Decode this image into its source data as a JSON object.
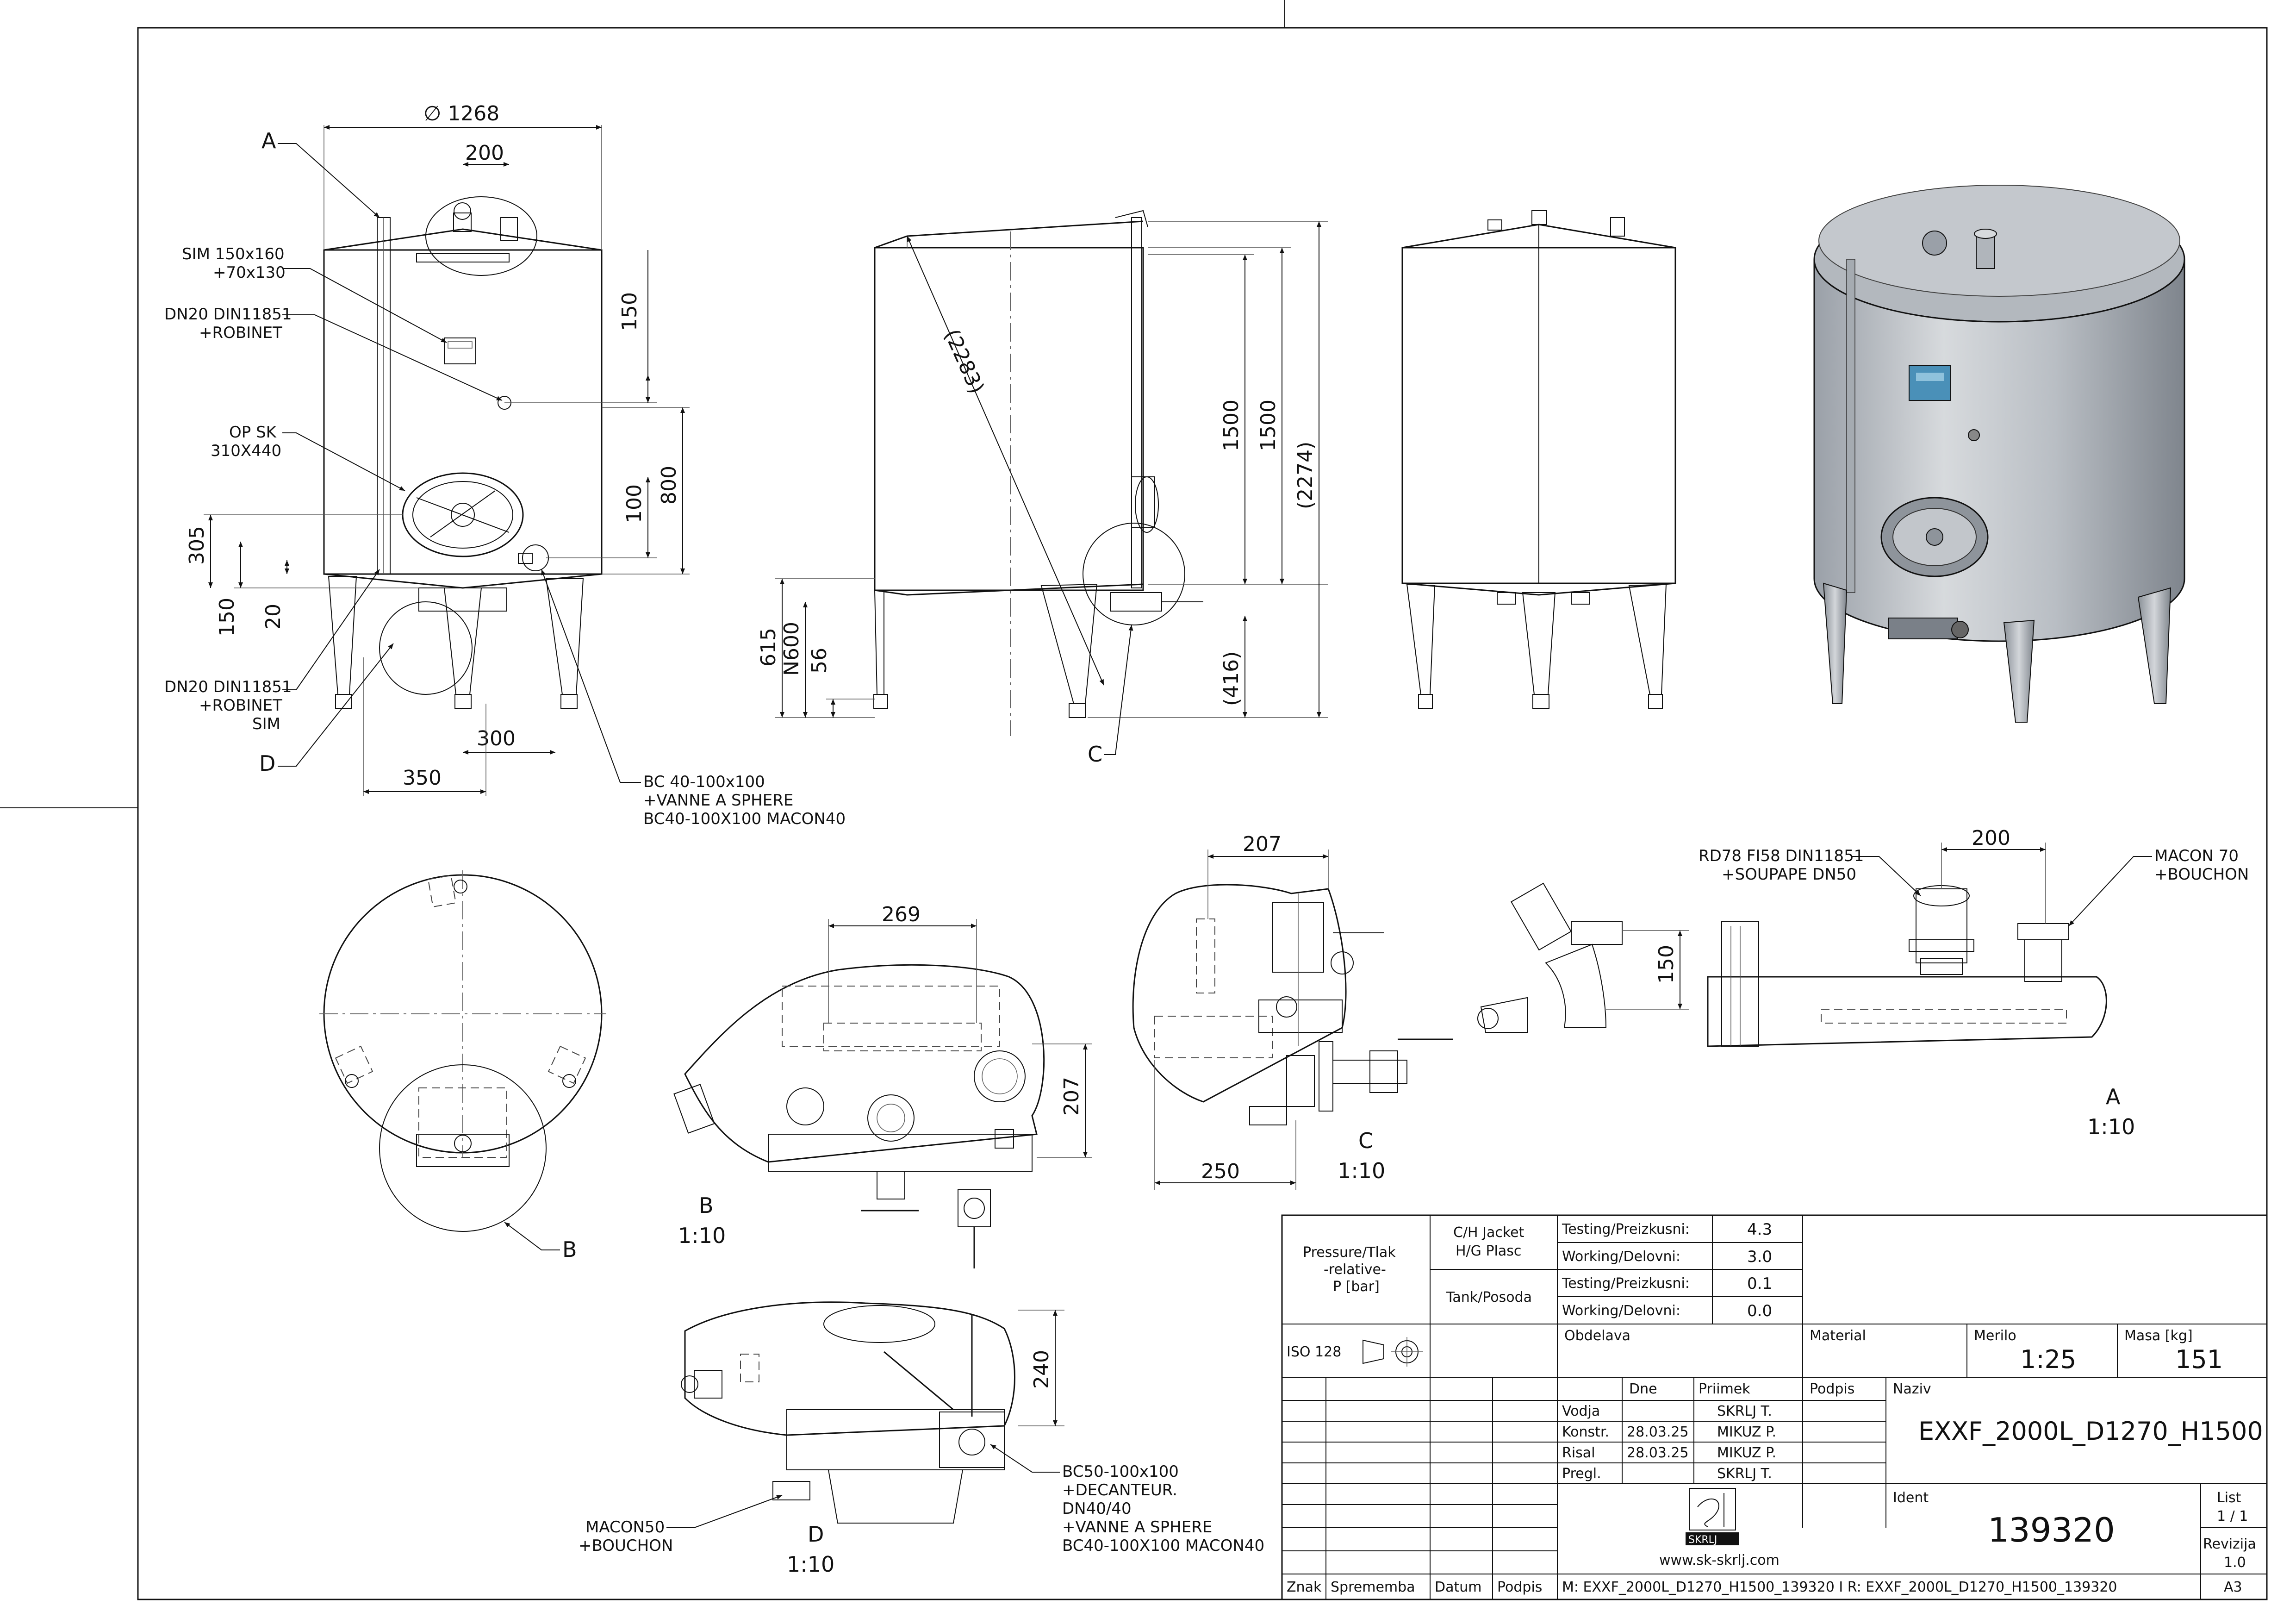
{
  "views": {
    "front": {
      "dim_diameter": "∅ 1268",
      "dim_top_offset": "200",
      "dim_150_top": "150",
      "dim_800": "800",
      "dim_100": "100",
      "dim_305": "305",
      "dim_150_bottom": "150",
      "dim_20": "20",
      "dim_300": "300",
      "dim_350": "350"
    },
    "side": {
      "dim_diag": "(2283)",
      "dim_1500_a": "1500",
      "dim_1500_b": "1500",
      "dim_2274": "(2274)",
      "dim_615": "615",
      "dim_n600": "N600",
      "dim_56": "56",
      "dim_416": "(416)"
    },
    "detail_b": {
      "dim_269": "269",
      "dim_207": "207",
      "name": "B",
      "scale": "1:10"
    },
    "detail_c": {
      "dim_207": "207",
      "dim_250": "250",
      "name": "C",
      "scale": "1:10"
    },
    "detail_valve": {
      "dim_150": "150"
    },
    "detail_a": {
      "dim_200": "200",
      "name": "A",
      "scale": "1:10"
    },
    "detail_d": {
      "dim_240": "240",
      "name": "D",
      "scale": "1:10"
    }
  },
  "callouts": {
    "a": "A",
    "c": "C",
    "d": "D",
    "b": "B",
    "sim_1": "SIM 150x160",
    "sim_2": "+70x130",
    "dn20_1": "DN20 DIN11851",
    "dn20_2": "+ROBINET",
    "op_1": "OP SK",
    "op_2": "310X440",
    "dn20b_1": "DN20 DIN11851",
    "dn20b_2": "+ROBINET",
    "dn20b_3": "SIM",
    "bc40_1": "BC 40-100x100",
    "bc40_2": "+VANNE A SPHERE",
    "bc40_3": "BC40-100X100 MACON40",
    "rd78_1": "RD78 FI58 DIN11851",
    "rd78_2": "+SOUPAPE DN50",
    "macon70_1": "MACON 70",
    "macon70_2": "+BOUCHON",
    "macon50_1": "MACON50",
    "macon50_2": "+BOUCHON",
    "bc50_1": "BC50-100x100",
    "bc50_2": "+DECANTEUR.",
    "bc50_3": "DN40/40",
    "bc50_4": "+VANNE A SPHERE",
    "bc50_5": "BC40-100X100 MACON40"
  },
  "title_block": {
    "pressure_1": "Pressure/Tlak",
    "pressure_2": "-relative-",
    "pressure_3": "P [bar]",
    "jacket_1": "C/H Jacket",
    "jacket_2": "H/G Plasc",
    "tank": "Tank/Posoda",
    "testing_label": "Testing/Preizkusni:",
    "working_label": "Working/Delovni:",
    "jacket_testing": "4.3",
    "jacket_working": "3.0",
    "tank_testing": "0.1",
    "tank_working": "0.0",
    "iso": "ISO 128",
    "obdelava": "Obdelava",
    "material": "Material",
    "merilo": "Merilo",
    "merilo_value": "1:25",
    "masa": "Masa [kg]",
    "masa_value": "151",
    "dne": "Dne",
    "priimek": "Priimek",
    "podpis": "Podpis",
    "naziv": "Naziv",
    "naziv_value": "EXXF_2000L_D1270_H1500",
    "rows": [
      {
        "role": "Vodja",
        "date": "",
        "name": "SKRLJ T."
      },
      {
        "role": "Konstr.",
        "date": "28.03.25",
        "name": "MIKUZ P."
      },
      {
        "role": "Risal",
        "date": "28.03.25",
        "name": "MIKUZ P."
      },
      {
        "role": "Pregl.",
        "date": "",
        "name": "SKRLJ T."
      }
    ],
    "ident": "Ident",
    "ident_value": "139320",
    "list": "List",
    "list_value": "1 / 1",
    "revizija": "Revizija",
    "revizija_value": "1.0",
    "logo_text": "SKRLJ",
    "website": "www.sk-skrlj.com",
    "znak": "Znak",
    "sprememba": "Sprememba",
    "datum": "Datum",
    "podpis_footer": "Podpis",
    "file_ref": "M: EXXF_2000L_D1270_H1500_139320 I R: EXXF_2000L_D1270_H1500_139320",
    "format": "A3"
  }
}
